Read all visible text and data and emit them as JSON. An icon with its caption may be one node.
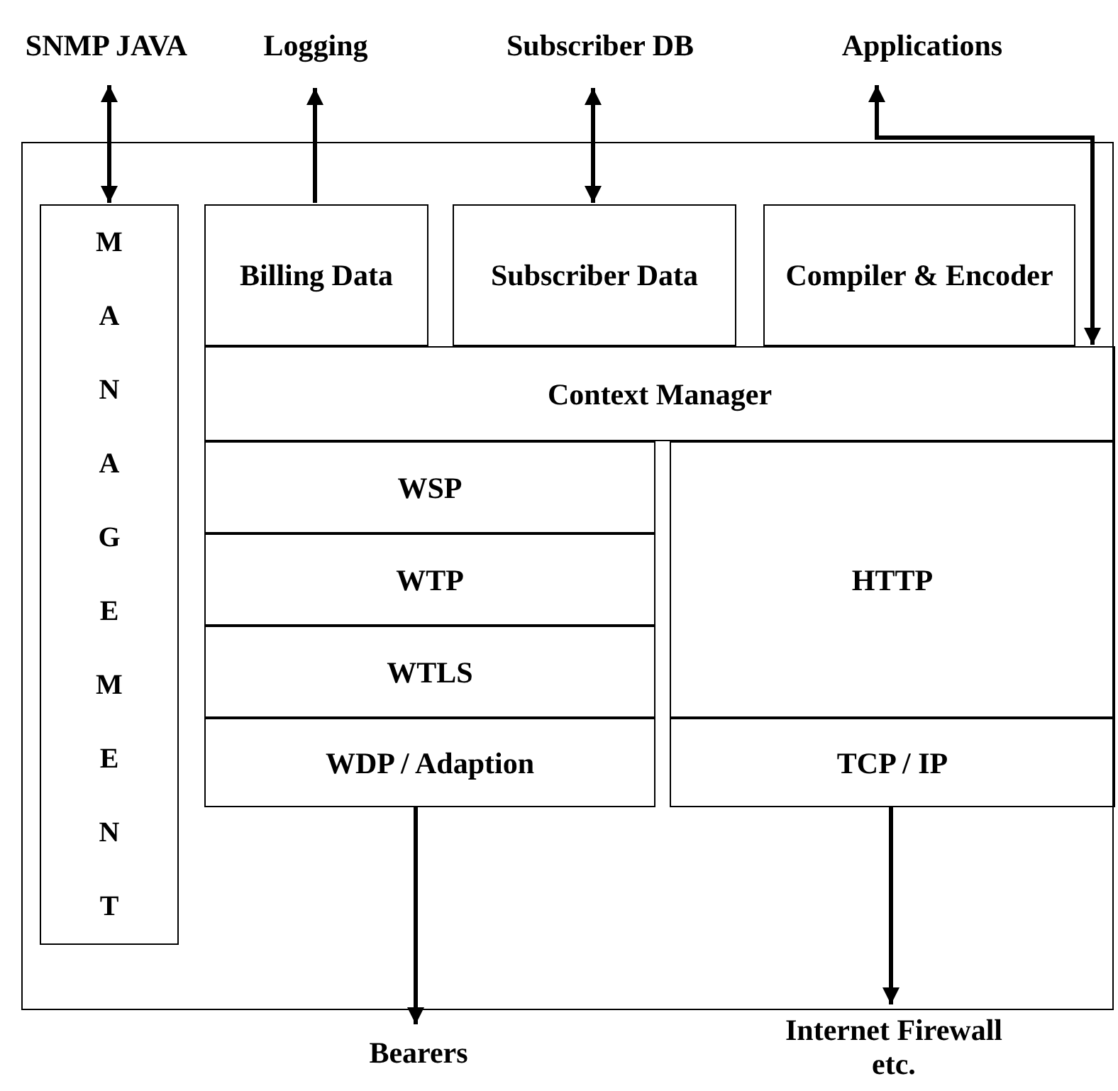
{
  "diagram": {
    "nodes": [
      {
        "text": [],
        "shape": "box"
      },
      {
        "text": [
          "SNMP JAVA"
        ]
      },
      {
        "text": [
          "Logging"
        ]
      },
      {
        "text": [
          "Subscriber DB"
        ]
      },
      {
        "text": [
          "Applications"
        ]
      },
      {
        "text": [
          "MANAGEMENT"
        ],
        "in": 0
      },
      {
        "text": [
          "Billing Data"
        ],
        "in": 0
      },
      {
        "text": [
          "Subscriber Data"
        ],
        "in": 0
      },
      {
        "text": [
          "Compiler & Encoder"
        ],
        "in": 0
      },
      {
        "text": [
          "Context Manager"
        ],
        "in": 0
      },
      {
        "text": [
          "WSP"
        ],
        "in": 0
      },
      {
        "text": [
          "WTP"
        ],
        "in": 0
      },
      {
        "text": [
          "WTLS"
        ],
        "in": 0
      },
      {
        "text": [
          "HTTP"
        ],
        "in": 0
      },
      {
        "text": [
          "WDP / Adaption"
        ],
        "in": 0
      },
      {
        "text": [
          "TCP / IP"
        ],
        "in": 0
      },
      {
        "text": [
          "Bearers"
        ]
      },
      {
        "text": [
          "Internet Firewall etc."
        ]
      }
    ],
    "edges": [
      {
        "from": 1,
        "to": 5,
        "arrow": "both"
      },
      {
        "from": 6,
        "to": 2,
        "arrow": "to"
      },
      {
        "from": 3,
        "to": 7,
        "arrow": "both"
      },
      {
        "from": 4,
        "to": 9,
        "arrow": "both"
      },
      {
        "from": 14,
        "to": 16,
        "arrow": "to"
      },
      {
        "from": 15,
        "to": 17,
        "arrow": "to"
      }
    ]
  }
}
